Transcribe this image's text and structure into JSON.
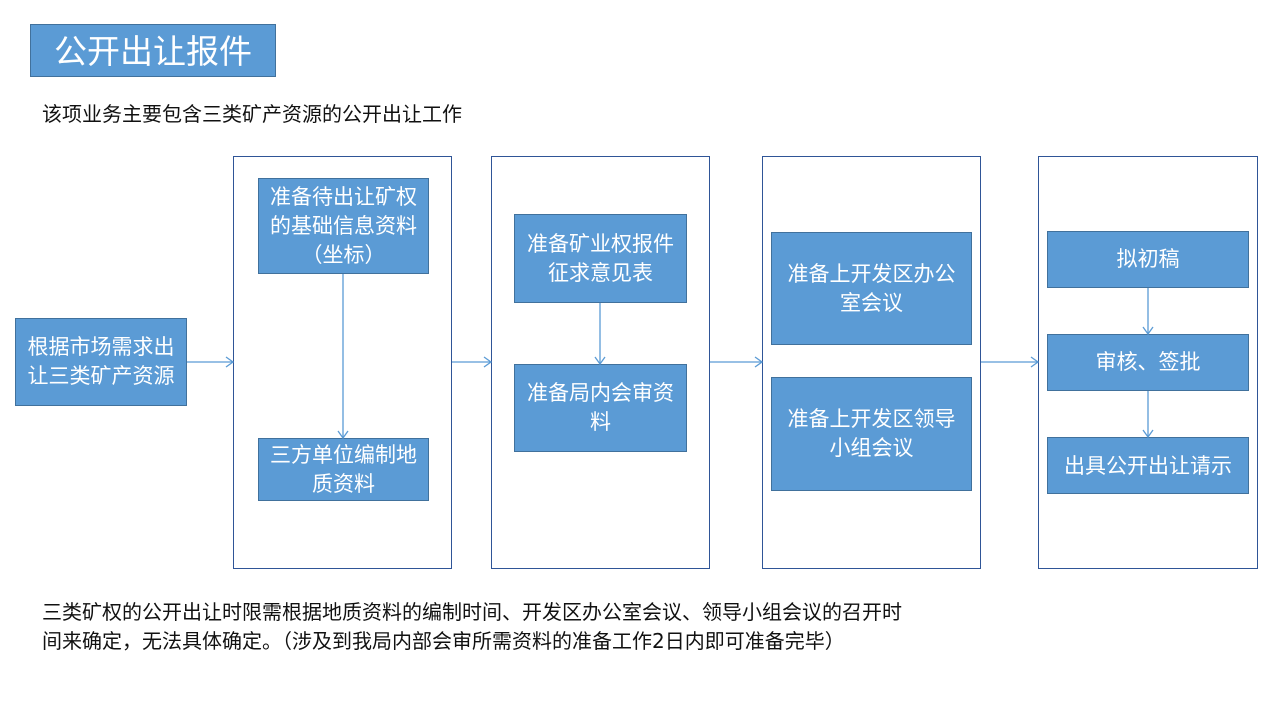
{
  "title": "公开出让报件",
  "subtitle": "该项业务主要包含三类矿产资源的公开出让工作",
  "start_box": "根据市场需求出让三类矿产资源",
  "stages": [
    {
      "steps": [
        "准备待出让矿权的基础信息资料（坐标）",
        "三方单位编制地质资料"
      ]
    },
    {
      "steps": [
        "准备矿业权报件征求意见表",
        "准备局内会审资料"
      ]
    },
    {
      "steps": [
        "准备上开发区办公室会议",
        "准备上开发区领导小组会议"
      ]
    },
    {
      "steps": [
        "拟初稿",
        "审核、签批",
        "出具公开出让请示"
      ]
    }
  ],
  "note": "三类矿权的公开出让时限需根据地质资料的编制时间、开发区办公室会议、领导小组会议的召开时间来确定，无法具体确定。（涉及到我局内部会审所需资料的准备工作2日内即可准备完毕）",
  "colors": {
    "box_fill": "#5B9BD5",
    "box_border": "#41719C",
    "container_border": "#2F5597",
    "arrow": "#5B9BD5"
  }
}
